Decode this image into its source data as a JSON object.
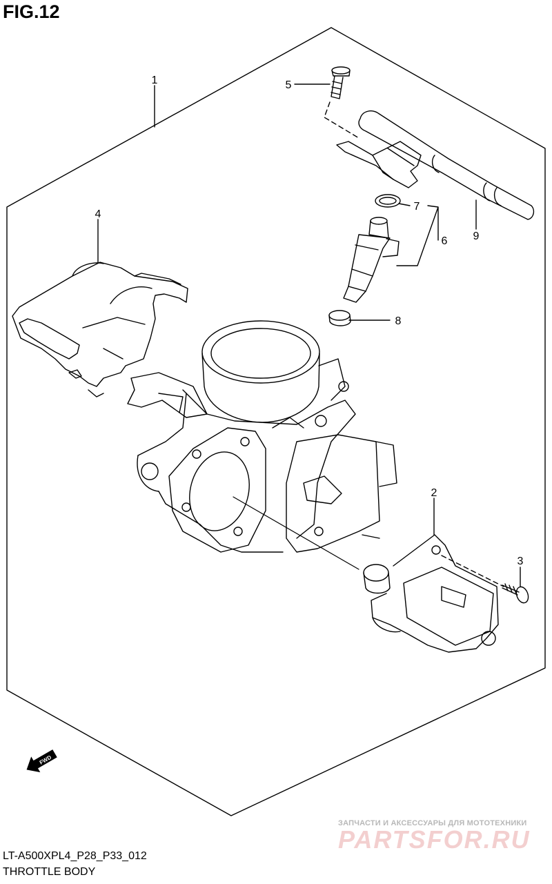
{
  "figure": {
    "title": "FIG.12",
    "code": "LT-A500XPL4_P28_P33_012",
    "name": "THROTTLE BODY"
  },
  "callouts": [
    {
      "id": "1",
      "label": "1"
    },
    {
      "id": "2",
      "label": "2"
    },
    {
      "id": "3",
      "label": "3"
    },
    {
      "id": "4",
      "label": "4"
    },
    {
      "id": "5",
      "label": "5"
    },
    {
      "id": "6",
      "label": "6"
    },
    {
      "id": "7",
      "label": "7"
    },
    {
      "id": "8",
      "label": "8"
    },
    {
      "id": "9",
      "label": "9"
    }
  ],
  "direction_marker": {
    "label": "FWD"
  },
  "watermark": {
    "tagline": "ЗАПЧАСТИ И АКСЕССУАРЫ ДЛЯ МОТОТЕХНИКИ",
    "logo": "PARTSFOR.RU"
  },
  "colors": {
    "line": "#000000",
    "background": "#ffffff",
    "watermark": "#f3cfcf"
  }
}
